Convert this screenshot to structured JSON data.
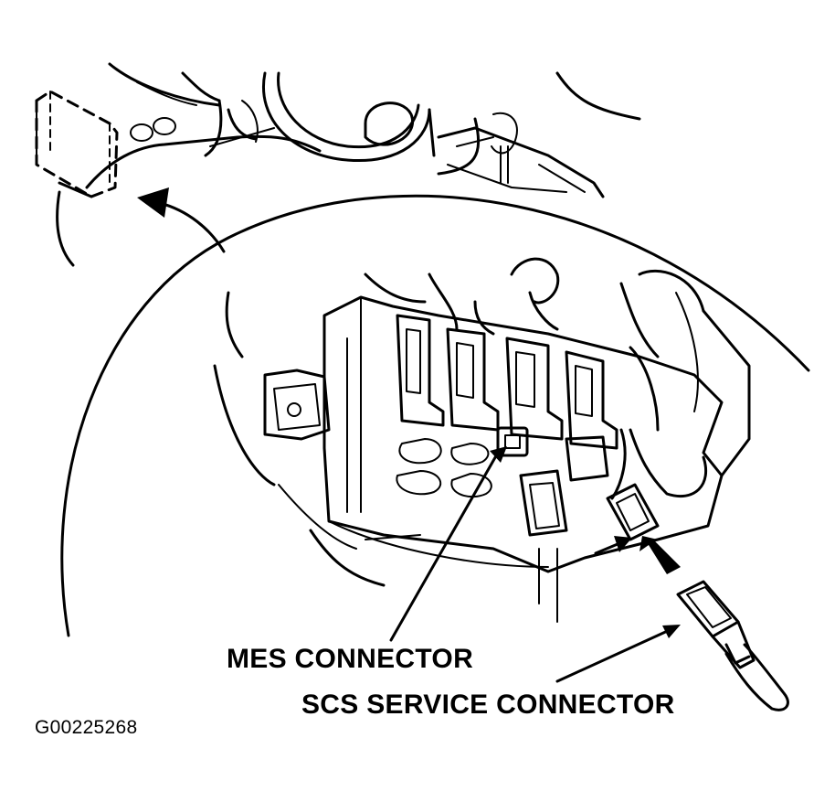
{
  "labels": {
    "mes_connector": "MES CONNECTOR",
    "scs_service_connector": "SCS SERVICE CONNECTOR",
    "figure_id": "G00225268"
  },
  "colors": {
    "line": "#000000",
    "background": "#ffffff"
  }
}
